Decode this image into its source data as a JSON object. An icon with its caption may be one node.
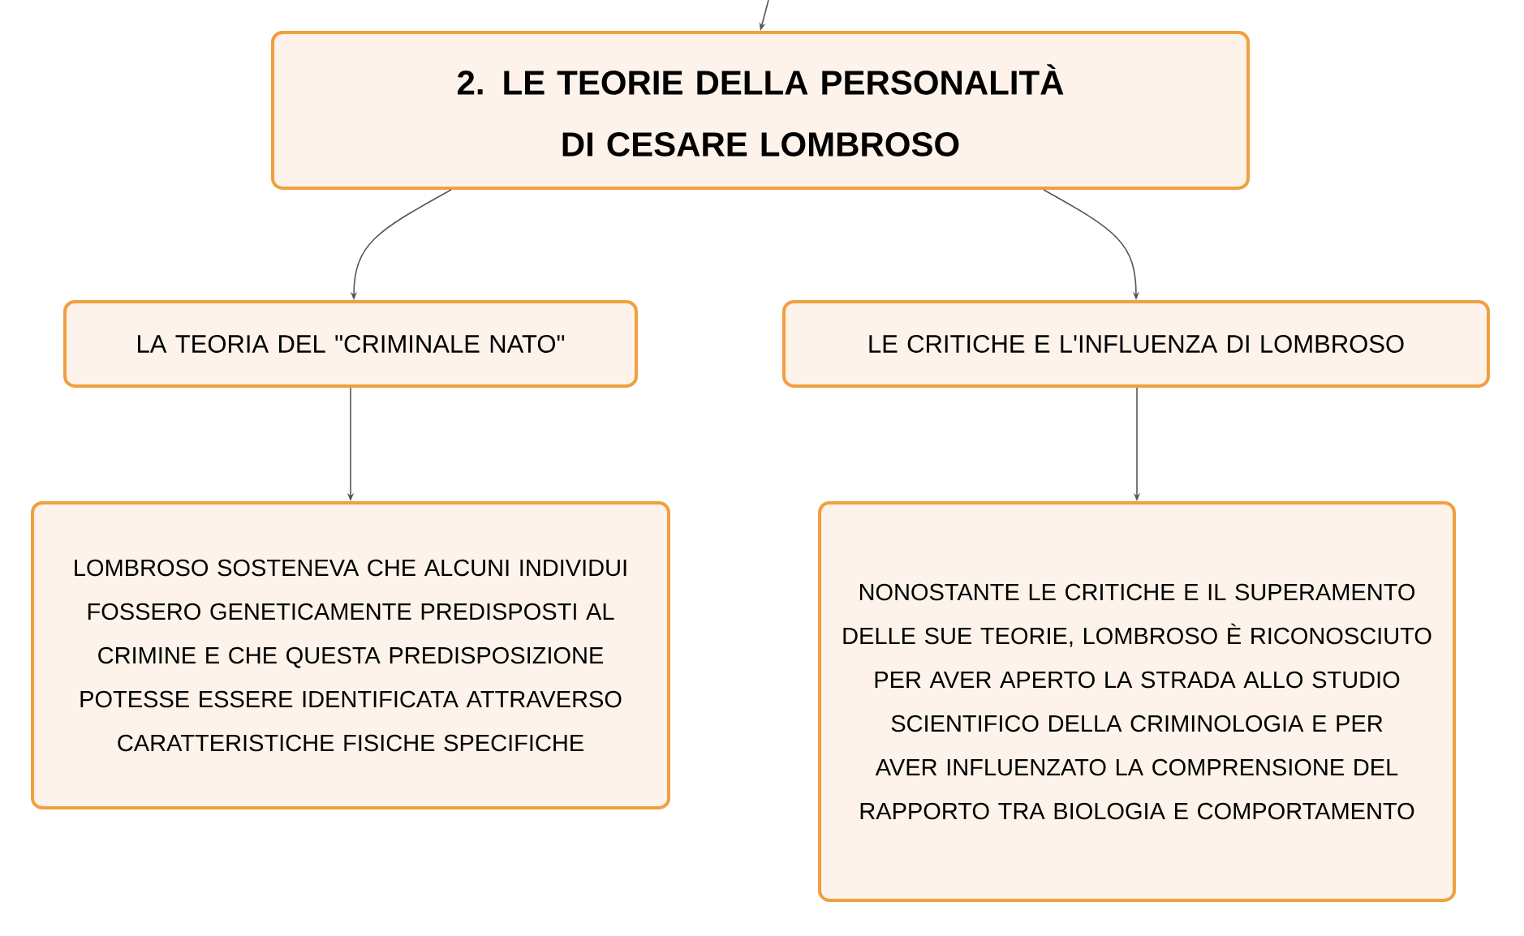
{
  "diagram": {
    "nodes": [
      {
        "text": [
          "2. LE TEORIE DELLA PERSONALITÀ DI CESARE LOMBROSO"
        ]
      },
      {
        "text": [
          "LA TEORIA DEL \"CRIMINALE NATO\""
        ]
      },
      {
        "text": [
          "LE CRITICHE E L'INFLUENZA DI LOMBROSO"
        ]
      },
      {
        "text": [
          "LOMBROSO SOSTENEVA CHE ALCUNI INDIVIDUI FOSSERO GENETICAMENTE PREDISPOSTI AL CRIMINE E CHE QUESTA PREDISPOSIZIONE POTESSE ESSERE IDENTIFICATA ATTRAVERSO CARATTERISTICHE FISICHE SPECIFICHE"
        ]
      },
      {
        "text": [
          "NONOSTANTE LE CRITICHE E IL SUPERAMENTO DELLE SUE TEORIE, LOMBROSO È RICONOSCIUTO PER AVER APERTO LA STRADA ALLO STUDIO SCIENTIFICO DELLA CRIMINOLOGIA E PER AVER INFLUENZATO LA COMPRENSIONE DEL RAPPORTO TRA BIOLOGIA E COMPORTAMENTO"
        ]
      }
    ],
    "edges": [
      {
        "from": null,
        "to": 0,
        "arrow": "to"
      },
      {
        "from": 0,
        "to": 1,
        "arrow": "to"
      },
      {
        "from": 0,
        "to": 2,
        "arrow": "to"
      },
      {
        "from": 1,
        "to": 3,
        "arrow": "to"
      },
      {
        "from": 2,
        "to": 4,
        "arrow": "to"
      }
    ]
  }
}
